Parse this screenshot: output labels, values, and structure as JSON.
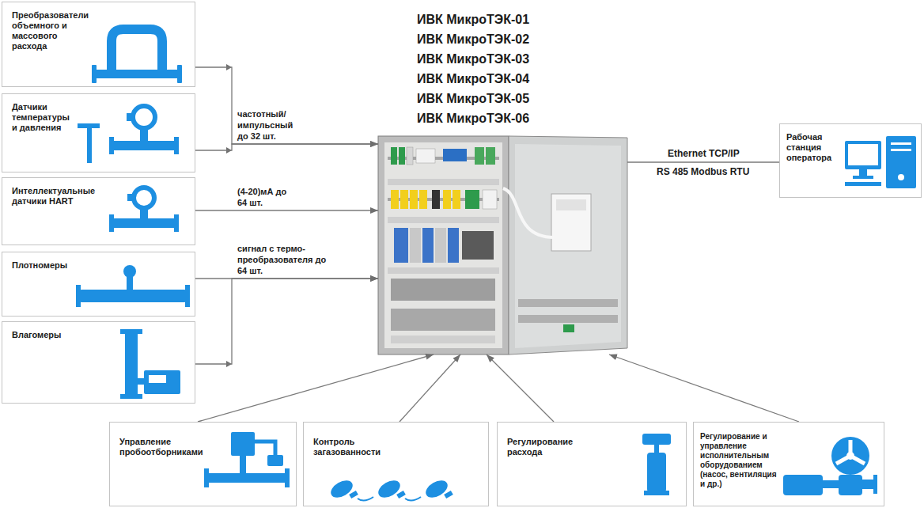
{
  "diagram": {
    "nodes": [
      {
        "text": [
          "Преобразователи объемного и массового расхода"
        ]
      },
      {
        "text": [
          "Датчики температуры и давления"
        ]
      },
      {
        "text": [
          "Интеллектуальные датчики HART"
        ]
      },
      {
        "text": [
          "Плотномеры"
        ]
      },
      {
        "text": [
          "Влагомеры"
        ]
      },
      {
        "text": [
          "ИВК МикроТЭК-01",
          "ИВК МикроТЭК-02",
          "ИВК МикроТЭК-03",
          "ИВК МикроТЭК-04",
          "ИВК МикроТЭК-05",
          "ИВК МикроТЭК-06"
        ]
      },
      {
        "text": [
          "Рабочая станция оператора"
        ]
      },
      {
        "text": [
          "Управление пробоотборниками"
        ]
      },
      {
        "text": [
          "Контроль загазованности"
        ]
      },
      {
        "text": [
          "Регулирование расхода"
        ]
      },
      {
        "text": [
          "Регулирование и управление исполнительным оборудованием (насос, вентиляция и др.)"
        ]
      }
    ],
    "edges": [
      {
        "from": 0,
        "to": 5,
        "arrow": "to"
      },
      {
        "from": 1,
        "to": 5,
        "arrow": "to"
      },
      {
        "from": 2,
        "to": 5,
        "arrow": "to"
      },
      {
        "from": 3,
        "to": 5,
        "arrow": "to"
      },
      {
        "from": 4,
        "to": 5,
        "arrow": "to"
      },
      {
        "from": 5,
        "to": 6,
        "arrow": "none"
      },
      {
        "from": 7,
        "to": 5,
        "arrow": "to"
      },
      {
        "from": 8,
        "to": 5,
        "arrow": "to"
      },
      {
        "from": 9,
        "to": 5,
        "arrow": "to"
      },
      {
        "from": 10,
        "to": 5,
        "arrow": "to"
      }
    ],
    "labels": [
      "частотный/ импульсный до 32 шт.",
      "(4-20)мА до 64 шт.",
      "сигнал с термо- преобразователя до 64 шт.",
      "Ethernet TCP/IP",
      "RS 485 Modbus RTU"
    ]
  }
}
